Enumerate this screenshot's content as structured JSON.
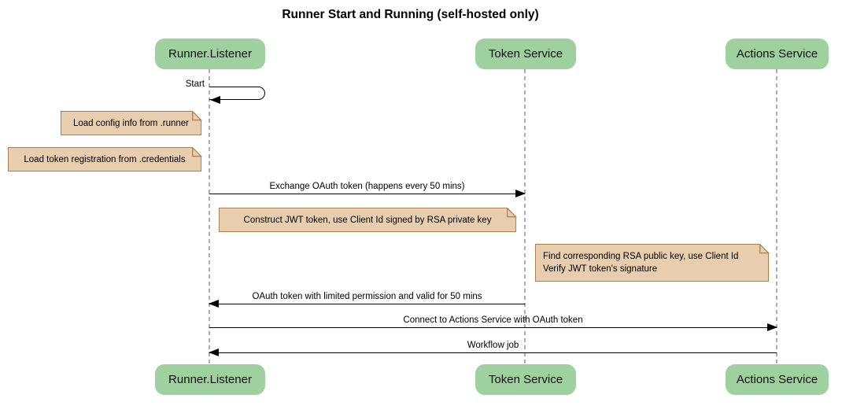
{
  "title": "Runner Start and Running (self-hosted only)",
  "diagram_type": "sequence",
  "participants": {
    "runner_listener": "Runner.Listener",
    "token_service": "Token Service",
    "actions_service": "Actions Service"
  },
  "messages": {
    "start": "Start",
    "exchange_oauth": "Exchange OAuth token (happens every 50 mins)",
    "oauth_return": "OAuth token with limited permission and valid for 50 mins",
    "connect_actions": "Connect to Actions Service with OAuth token",
    "workflow_job": "Workflow job"
  },
  "notes": {
    "load_config": "Load config info from .runner",
    "load_credentials": "Load token registration from .credentials",
    "construct_jwt": "Construct JWT token, use Client Id signed by RSA private key",
    "verify_jwt_line1": "Find corresponding RSA public key, use Client Id",
    "verify_jwt_line2": "Verify JWT token's signature"
  },
  "colors": {
    "participant_fill": "#9ED0A0",
    "note_fill": "#E8CDAF",
    "note_border": "#AA8050",
    "lifeline": "#ADADAD",
    "arrow": "#000000",
    "background": "#FFFFFF"
  }
}
